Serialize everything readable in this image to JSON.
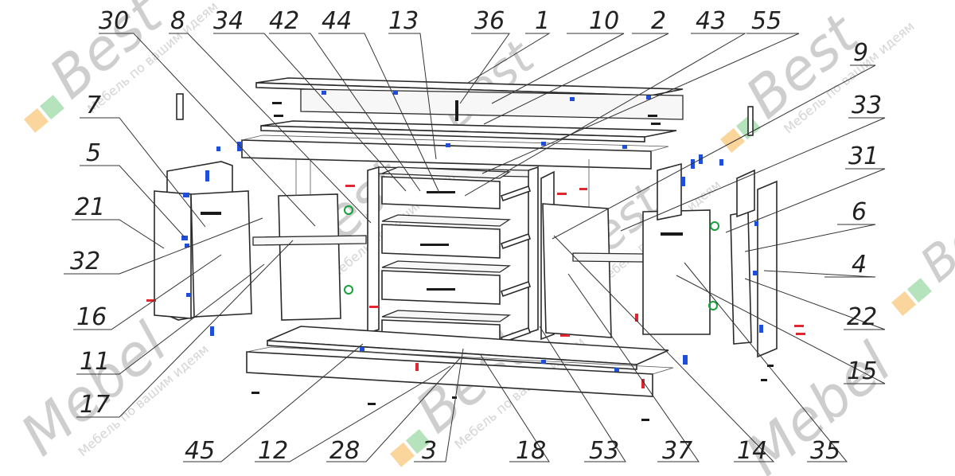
{
  "watermark": {
    "brand_best": "Best",
    "brand_mebel": "Mebel",
    "slogan": "Мебель по вашим идеям"
  },
  "callouts": {
    "top": [
      "30",
      "8",
      "34",
      "42",
      "44",
      "13",
      "36",
      "1",
      "10",
      "2",
      "43",
      "55"
    ],
    "left": [
      "7",
      "5",
      "21",
      "32",
      "16",
      "11",
      "17"
    ],
    "right": [
      "9",
      "33",
      "31",
      "6",
      "4",
      "22",
      "15"
    ],
    "bottom": [
      "45",
      "12",
      "28",
      "3",
      "18",
      "53",
      "37",
      "14",
      "35"
    ]
  },
  "colors": {
    "line": "#2a2a2a",
    "fastener_blue": "#1f4fd8",
    "fastener_red": "#e0262e",
    "fastener_green": "#15a13a",
    "watermark": "#c9c9c9",
    "accent_green": "#5cc26a",
    "accent_orange": "#f5a623"
  }
}
